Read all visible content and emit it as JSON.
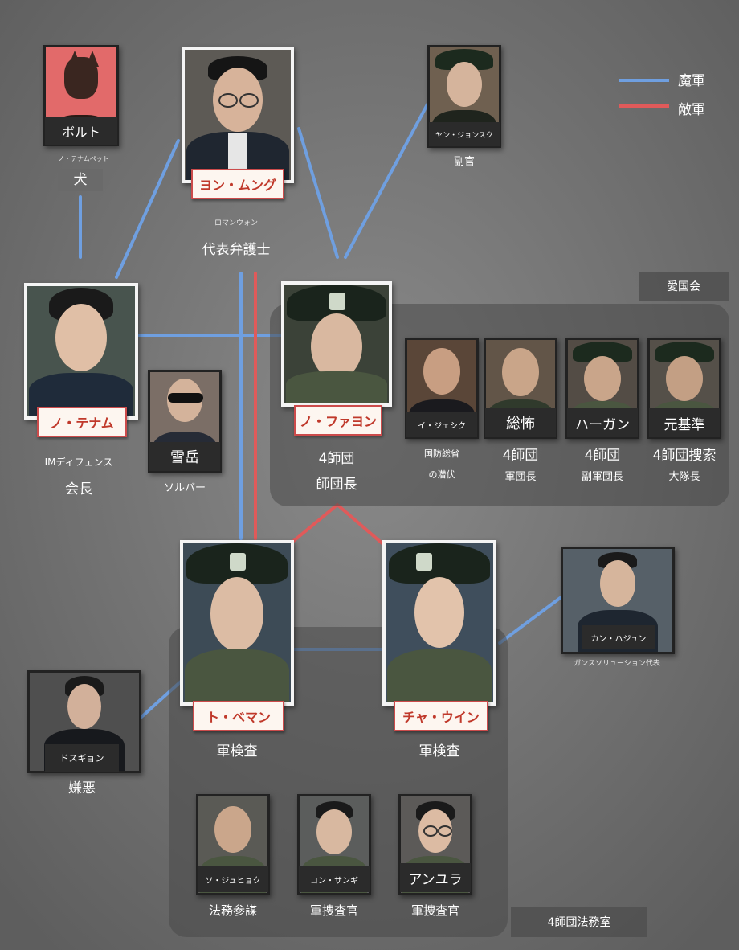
{
  "legend": {
    "ally": {
      "label": "魔軍",
      "color": "#6f9fe0"
    },
    "enemy": {
      "label": "敵軍",
      "color": "#e05a5a"
    }
  },
  "groups": {
    "aikokukai": "愛国会",
    "legal_office": "4師団法務室"
  },
  "characters": {
    "bolt": {
      "name": "ボルト",
      "sub": "ノ・テナムペット",
      "role": "犬"
    },
    "yong_munggu": {
      "name": "ヨン・ムング",
      "sub": "ロマンウォン",
      "role": "代表弁護士"
    },
    "yang_jongsuk": {
      "name": "ヤン・ジョンスク",
      "role": "副官"
    },
    "no_taenam": {
      "name": "ノ・テナム",
      "sub": "IMディフェンス",
      "role": "会長"
    },
    "seolak": {
      "name": "雪岳",
      "role": "ソルバー"
    },
    "no_hwayong": {
      "name": "ノ・ファヨン",
      "role1": "4師団",
      "role2": "師団長"
    },
    "lee_jaesik": {
      "name": "イ・ジェシク",
      "role1": "国防総省",
      "role2": "の潜伏"
    },
    "soufu": {
      "name": "総怖",
      "role1": "4師団",
      "role2": "軍団長"
    },
    "hagan": {
      "name": "ハーガン",
      "role1": "4師団",
      "role2": "副軍団長"
    },
    "won_kijun": {
      "name": "元基準",
      "role1": "4師団捜索",
      "role2": "大隊長"
    },
    "do_baeman": {
      "name": "ト・ベマン",
      "role": "軍検査"
    },
    "cha_woo_in": {
      "name": "チャ・ウイン",
      "role": "軍検査"
    },
    "kang_hajun": {
      "name": "カン・ハジュン",
      "role": "ガンスソリューション代表"
    },
    "do_sukyong": {
      "name": "ドスギョン",
      "role": "嫌悪"
    },
    "so_juhyeok": {
      "name": "ソ・ジュヒョク",
      "role": "法務参謀"
    },
    "kong_sangi": {
      "name": "コン・サンギ",
      "role": "軍捜査官"
    },
    "an_yura": {
      "name": "アンユラ",
      "role": "軍捜査官"
    }
  }
}
